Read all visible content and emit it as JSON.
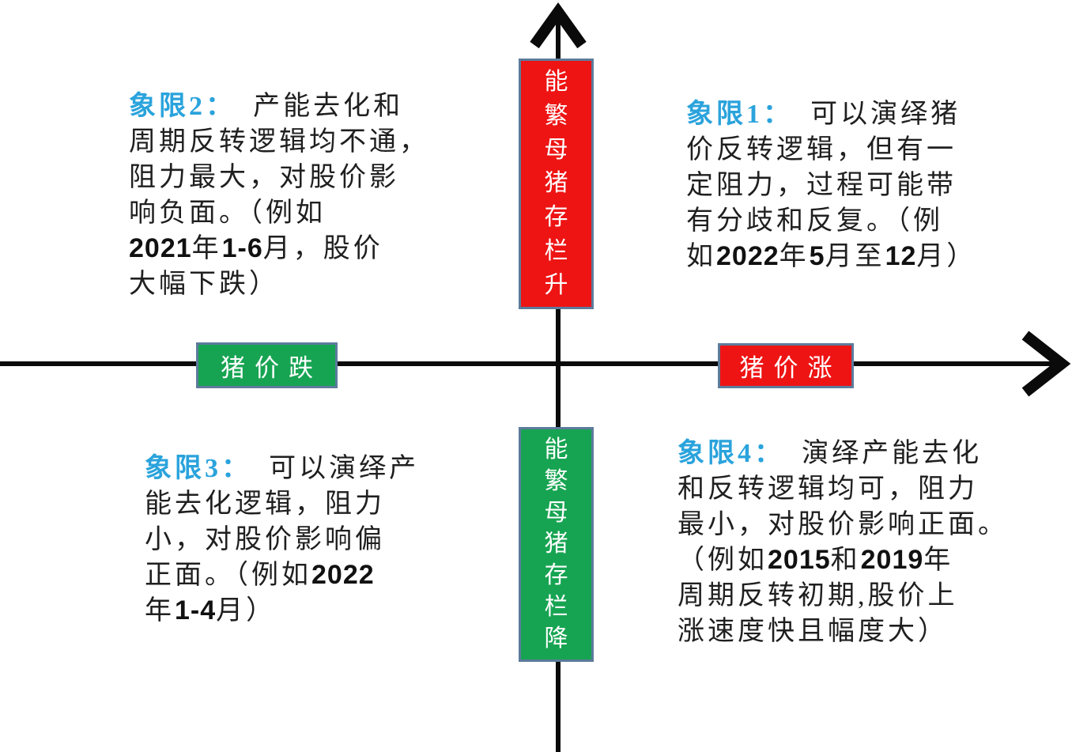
{
  "colors": {
    "red_box": "#ee1414",
    "green_box": "#17a452",
    "box_border": "#5d7b9c",
    "quadrant_label_blue": "#2aa3dc",
    "body_text": "#1f1f1f",
    "axis_black": "#0a0a0a",
    "background": "#ffffff"
  },
  "axis_labels": {
    "top": "能繁母猪存栏升",
    "bottom": "能繁母猪存栏降",
    "left": "猪价跌",
    "right": "猪价涨"
  },
  "quadrants": {
    "q2": {
      "lines": [
        [
          {
            "t": "象限2：",
            "k": "label"
          },
          {
            "t": "产能去化和",
            "k": "body"
          }
        ],
        [
          {
            "t": "周期反转逻辑均不通，",
            "k": "body"
          }
        ],
        [
          {
            "t": "阻力最大，对股价影",
            "k": "body"
          }
        ],
        [
          {
            "t": "响负面。（例如",
            "k": "body"
          }
        ],
        [
          {
            "t": "2021",
            "k": "num"
          },
          {
            "t": "年",
            "k": "body"
          },
          {
            "t": "1-6",
            "k": "num"
          },
          {
            "t": "月，股价",
            "k": "body"
          }
        ],
        [
          {
            "t": "大幅下跌）",
            "k": "body"
          }
        ]
      ]
    },
    "q1": {
      "lines": [
        [
          {
            "t": "象限1：",
            "k": "label"
          },
          {
            "t": "可以演绎猪",
            "k": "body"
          }
        ],
        [
          {
            "t": "价反转逻辑，但有一",
            "k": "body"
          }
        ],
        [
          {
            "t": "定阻力，过程可能带",
            "k": "body"
          }
        ],
        [
          {
            "t": "有分歧和反复。（例",
            "k": "body"
          }
        ],
        [
          {
            "t": "如",
            "k": "body"
          },
          {
            "t": "2022",
            "k": "num"
          },
          {
            "t": "年",
            "k": "body"
          },
          {
            "t": "5",
            "k": "num"
          },
          {
            "t": "月至",
            "k": "body"
          },
          {
            "t": "12",
            "k": "num"
          },
          {
            "t": "月）",
            "k": "body"
          }
        ]
      ]
    },
    "q3": {
      "lines": [
        [
          {
            "t": "象限3：",
            "k": "label"
          },
          {
            "t": "可以演绎产",
            "k": "body"
          }
        ],
        [
          {
            "t": "能去化逻辑，阻力",
            "k": "body"
          }
        ],
        [
          {
            "t": "小，对股价影响偏",
            "k": "body"
          }
        ],
        [
          {
            "t": "正面。（例如",
            "k": "body"
          },
          {
            "t": "2022",
            "k": "num"
          }
        ],
        [
          {
            "t": "年",
            "k": "body"
          },
          {
            "t": "1-4",
            "k": "num"
          },
          {
            "t": "月）",
            "k": "body"
          }
        ]
      ]
    },
    "q4": {
      "lines": [
        [
          {
            "t": "象限4：",
            "k": "label"
          },
          {
            "t": "演绎产能去化",
            "k": "body"
          }
        ],
        [
          {
            "t": "和反转逻辑均可，阻力",
            "k": "body"
          }
        ],
        [
          {
            "t": "最小，对股价影响正面。",
            "k": "body"
          }
        ],
        [
          {
            "t": "（例如",
            "k": "body"
          },
          {
            "t": "2015",
            "k": "num"
          },
          {
            "t": "和",
            "k": "body"
          },
          {
            "t": "2019",
            "k": "num"
          },
          {
            "t": "年",
            "k": "body"
          }
        ],
        [
          {
            "t": "周期反转初期,股价上",
            "k": "body"
          }
        ],
        [
          {
            "t": "涨速度快且幅度大）",
            "k": "body"
          }
        ]
      ]
    }
  }
}
